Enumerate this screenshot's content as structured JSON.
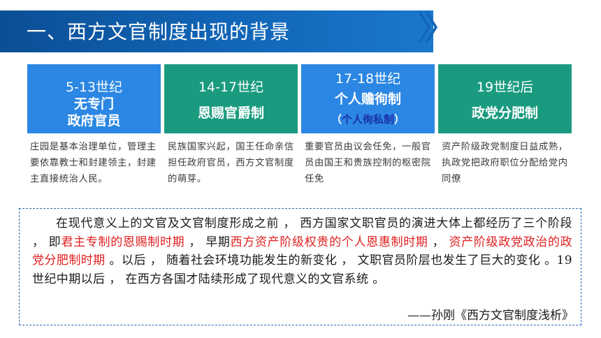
{
  "title": "一、西方文官制度出现的背景",
  "colors": {
    "banner": "#0b4f95",
    "blue_box": "#2b87e3",
    "green_box": "#1a9b7f",
    "highlight": "#e02020"
  },
  "stages": [
    {
      "period": "5-13世纪",
      "name_lines": [
        "无专门",
        "政府官员"
      ],
      "sub": "",
      "desc": "庄园是基本治理单位，管理主要依靠教士和封建领主，封建主直接统治人民。"
    },
    {
      "period": "14-17世纪",
      "name_lines": [
        "恩赐官爵制"
      ],
      "sub": "",
      "desc": "民族国家兴起，国王任命亲信担任政府官员，西方文官制度的萌芽。"
    },
    {
      "period": "17-18世纪",
      "name_lines": [
        "个人赡徇制"
      ],
      "sub_open": "（",
      "sub": "个人徇私制",
      "sub_close": "）",
      "desc": "重要官员由议会任免，一般官员由国王和贵族控制的枢密院任免"
    },
    {
      "period": "19世纪后",
      "name_lines": [
        "政党分肥制"
      ],
      "sub": "",
      "desc": "资产阶级政党制度日益成熟，执政党把政府职位分配给党内同僚"
    }
  ],
  "quote": {
    "p1": "在现代意义上的文官及文官制度形成之前 ， 西方国家文职官员的演进大体上都经历了三个阶段 ， 即",
    "h1": "君主专制的恩赐制时期",
    "p2": " ， 早期",
    "h2": "西方资产阶级权贵的个人恩惠制时期",
    "p3": " ， ",
    "h3": "资产阶级政党政治的政党分肥制时期",
    "p4": " 。以后 ， 随着社会环境功能发生的新变化 ， 文职官员阶层也发生了巨大的变化 。19世纪中期以后 ， 在西方各国才陆续形成了现代意义的文官系统 。",
    "source": "——孙刚《西方文官制度浅析》"
  }
}
